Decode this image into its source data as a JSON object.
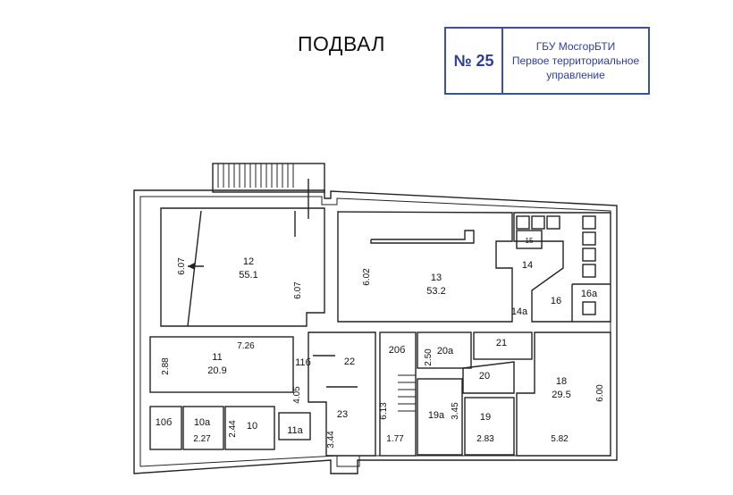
{
  "header": {
    "title": "ПОДВАЛ",
    "stamp_number": "№ 25",
    "stamp_org_lines": [
      "ГБУ МосгорБТИ",
      "Первое территориальное",
      "управление"
    ],
    "stamp_color": "#3b4ea8"
  },
  "rooms": [
    {
      "id": "12",
      "label": "12",
      "area": "55.1"
    },
    {
      "id": "13",
      "label": "13",
      "area": "53.2"
    },
    {
      "id": "11",
      "label": "11",
      "area": "20.9"
    },
    {
      "id": "18",
      "label": "18",
      "area": "29.5"
    },
    {
      "id": "10б",
      "label": "10б"
    },
    {
      "id": "10а",
      "label": "10а"
    },
    {
      "id": "10",
      "label": "10"
    },
    {
      "id": "11а",
      "label": "11а"
    },
    {
      "id": "11б",
      "label": "11б"
    },
    {
      "id": "22",
      "label": "22"
    },
    {
      "id": "23",
      "label": "23"
    },
    {
      "id": "20б",
      "label": "20б"
    },
    {
      "id": "20а",
      "label": "20а"
    },
    {
      "id": "20",
      "label": "20"
    },
    {
      "id": "21",
      "label": "21"
    },
    {
      "id": "19а",
      "label": "19а"
    },
    {
      "id": "19",
      "label": "19"
    },
    {
      "id": "14",
      "label": "14"
    },
    {
      "id": "14а",
      "label": "14а"
    },
    {
      "id": "15",
      "label": "15"
    },
    {
      "id": "16",
      "label": "16"
    },
    {
      "id": "16а",
      "label": "16а"
    }
  ],
  "dimensions": [
    "6.07",
    "6.07",
    "6.02",
    "7.26",
    "2.88",
    "4.05",
    "3.44",
    "2.50",
    "6.13",
    "3.45",
    "1.77",
    "2.83",
    "5.82",
    "6.00",
    "2.27",
    "2.44"
  ]
}
